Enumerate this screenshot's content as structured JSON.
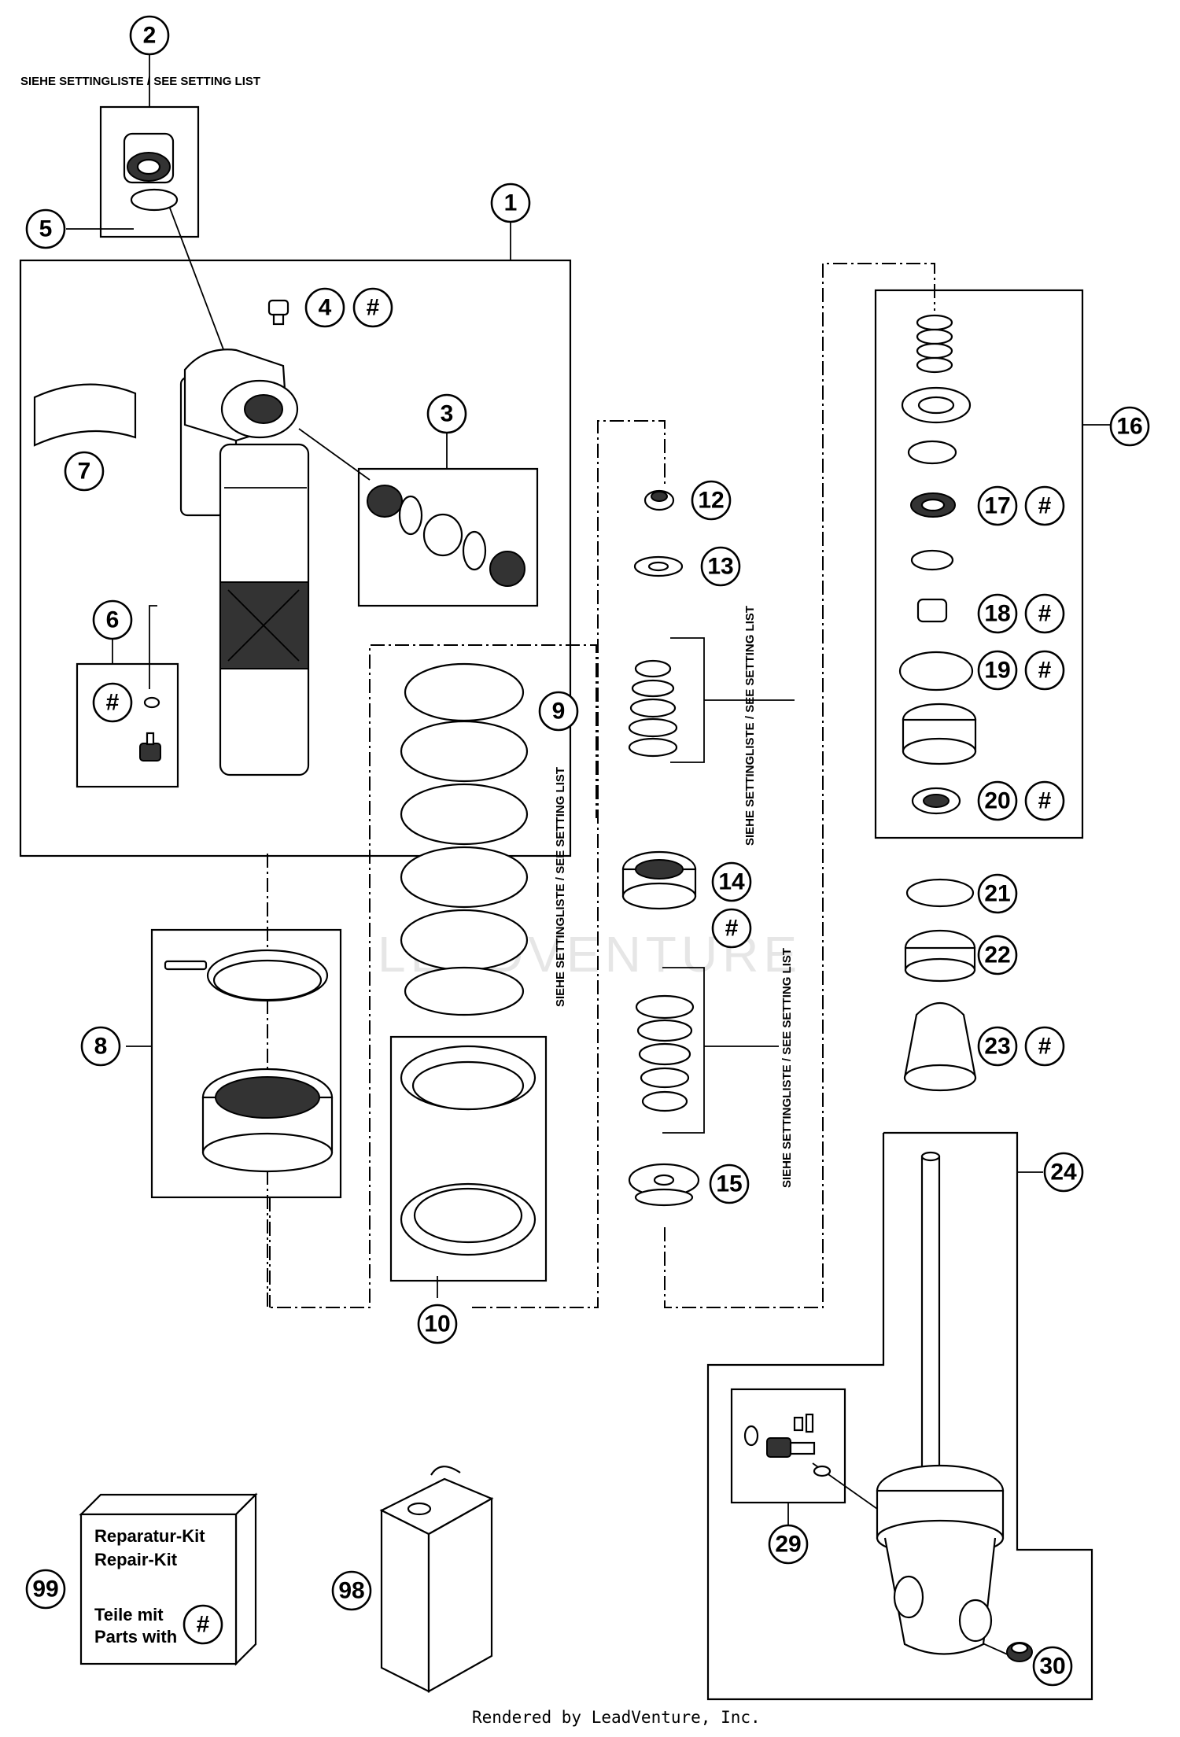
{
  "notes": {
    "setting_list_top": "SIEHE SETTINGLISTE / SEE SETTING LIST",
    "setting_list_spring": "SIEHE SETTINGLISTE / SEE SETTING LIST",
    "setting_list_stack_upper": "SIEHE SETTINGLISTE / SEE SETTING LIST",
    "setting_list_stack_lower": "SIEHE SETTINGLISTE / SEE SETTING LIST"
  },
  "repair_kit": {
    "line1": "Reparatur-Kit",
    "line2": "Repair-Kit",
    "line3": "Teile mit",
    "line4": "Parts with",
    "mark": "#"
  },
  "watermark": "LEADVENTURE",
  "footer": "Rendered by LeadVenture, Inc.",
  "callouts": [
    {
      "id": "c1",
      "label": "1"
    },
    {
      "id": "c2",
      "label": "2"
    },
    {
      "id": "c3",
      "label": "3"
    },
    {
      "id": "c4",
      "label": "4"
    },
    {
      "id": "c4h",
      "label": "#"
    },
    {
      "id": "c5",
      "label": "5"
    },
    {
      "id": "c6",
      "label": "6"
    },
    {
      "id": "c6h",
      "label": "#"
    },
    {
      "id": "c7",
      "label": "7"
    },
    {
      "id": "c8",
      "label": "8"
    },
    {
      "id": "c9",
      "label": "9"
    },
    {
      "id": "c10",
      "label": "10"
    },
    {
      "id": "c12",
      "label": "12"
    },
    {
      "id": "c13",
      "label": "13"
    },
    {
      "id": "c14",
      "label": "14"
    },
    {
      "id": "c14h",
      "label": "#"
    },
    {
      "id": "c15",
      "label": "15"
    },
    {
      "id": "c16",
      "label": "16"
    },
    {
      "id": "c17",
      "label": "17"
    },
    {
      "id": "c17h",
      "label": "#"
    },
    {
      "id": "c18",
      "label": "18"
    },
    {
      "id": "c18h",
      "label": "#"
    },
    {
      "id": "c19",
      "label": "19"
    },
    {
      "id": "c19h",
      "label": "#"
    },
    {
      "id": "c20",
      "label": "20"
    },
    {
      "id": "c20h",
      "label": "#"
    },
    {
      "id": "c21",
      "label": "21"
    },
    {
      "id": "c22",
      "label": "22"
    },
    {
      "id": "c23",
      "label": "23"
    },
    {
      "id": "c23h",
      "label": "#"
    },
    {
      "id": "c24",
      "label": "24"
    },
    {
      "id": "c29",
      "label": "29"
    },
    {
      "id": "c30",
      "label": "30"
    },
    {
      "id": "c98",
      "label": "98"
    },
    {
      "id": "c99",
      "label": "99"
    }
  ]
}
